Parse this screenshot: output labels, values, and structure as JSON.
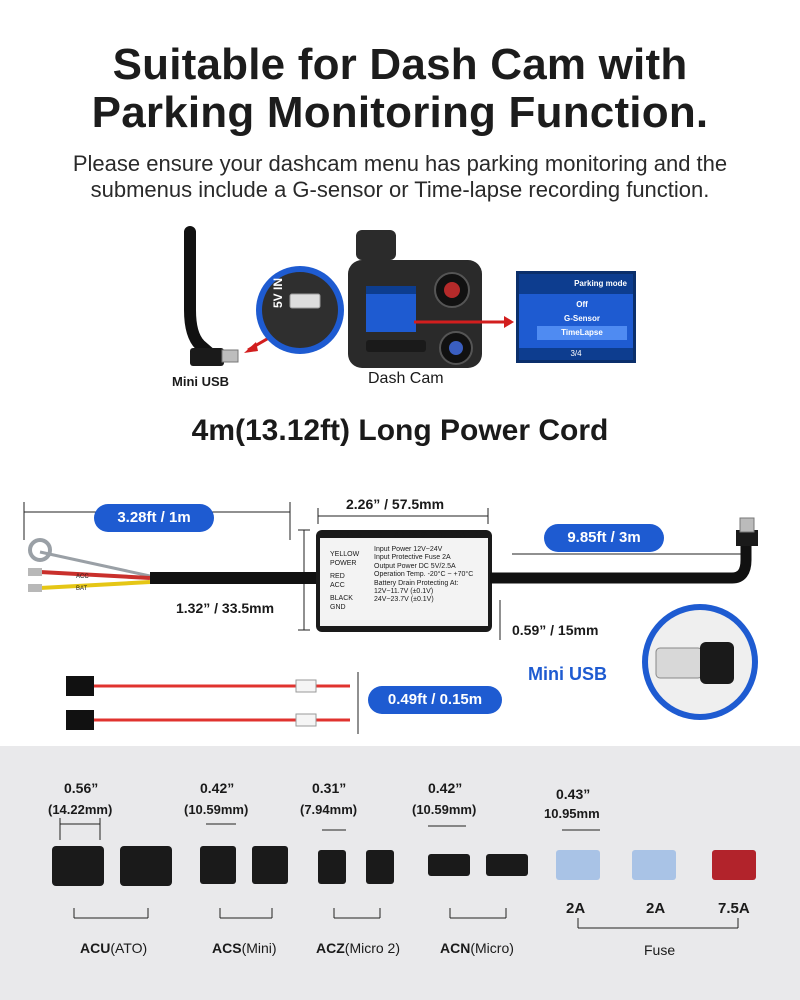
{
  "header": {
    "title_line1": "Suitable for Dash Cam with",
    "title_line2": "Parking Monitoring Function.",
    "subtitle_line1": "Please ensure your dashcam menu has parking monitoring and the",
    "subtitle_line2": "submenus include a G-sensor or Time-lapse recording function."
  },
  "diagram_top": {
    "mini_usb_label": "Mini USB",
    "port_label": "5V IN",
    "dash_cam_label": "Dash Cam",
    "screen": {
      "title": "Parking mode",
      "options": [
        "Off",
        "G-Sensor",
        "TimeLapse"
      ],
      "page": "3/4"
    }
  },
  "cord_title": "4m(13.12ft) Long Power Cord",
  "kit": {
    "len_left": "3.28ft / 1m",
    "len_right": "9.85ft / 3m",
    "width_dim": "2.26” / 57.5mm",
    "height_dim": "1.32” / 33.5mm",
    "depth_dim": "0.59” / 15mm",
    "box_title": "HARD WIRE KIT FOR RANGE TOUR CAR DVR",
    "wires": [
      "YELLOW",
      "POWER",
      "RED",
      "ACC",
      "BLACK",
      "GND"
    ],
    "specs": [
      "Input Power 12V~24V",
      "Input Protective Fuse  2A",
      "Output Power DC  5V/2.5A",
      "Operation Temp.  -20°C ~ +70°C",
      "Battery Drain Protecting At:",
      "12V~11.7V (±0.1V)",
      "24V~23.7V (±0.1V)"
    ],
    "wire_tags": [
      "ACC",
      "BAT"
    ],
    "mini_usb_label": "Mini USB",
    "tap_len": "0.49ft / 0.15m"
  },
  "fuses": {
    "items": [
      {
        "dim": "0.56”",
        "mm": "(14.22mm)",
        "name_bold": "ACU",
        "name_rest": "(ATO)"
      },
      {
        "dim": "0.42”",
        "mm": "(10.59mm)",
        "name_bold": "ACS",
        "name_rest": "(Mini)"
      },
      {
        "dim": "0.31”",
        "mm": "(7.94mm)",
        "name_bold": "ACZ",
        "name_rest": "(Micro 2)"
      },
      {
        "dim": "0.42”",
        "mm": "(10.59mm)",
        "name_bold": "ACN",
        "name_rest": "(Micro)"
      }
    ],
    "fuse_dim": "0.43”",
    "fuse_mm": "10.95mm",
    "ratings": [
      "2A",
      "2A",
      "7.5A"
    ],
    "fuse_label": "Fuse",
    "colors": {
      "blue_fuse": "#a9c3e6",
      "red_fuse": "#b2232b"
    }
  },
  "colors": {
    "accent": "#1e5bd1"
  }
}
